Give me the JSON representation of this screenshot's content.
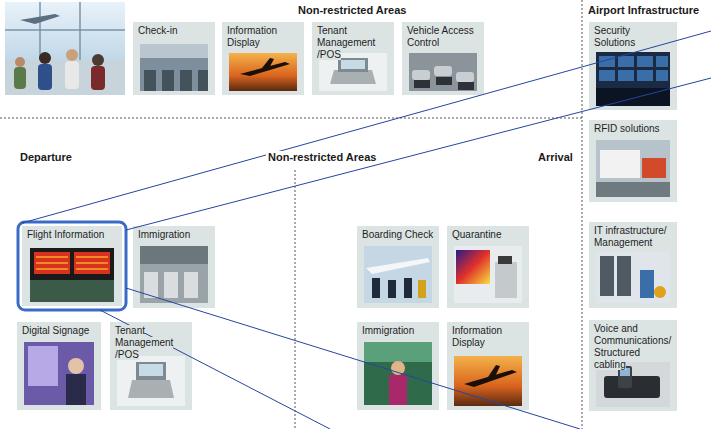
{
  "diagram": {
    "nodes": [
      {
        "text": [
          "Check-in"
        ]
      },
      {
        "text": [
          "Information Display"
        ]
      },
      {
        "text": [
          "Tenant Management /POS"
        ]
      },
      {
        "text": [
          "Vehicle Access Control"
        ]
      },
      {
        "text": [
          "Security Solutions"
        ]
      },
      {
        "text": [
          "RFID solutions"
        ]
      },
      {
        "text": [
          "Flight Information"
        ]
      },
      {
        "text": [
          "Immigration"
        ]
      },
      {
        "text": [
          "Boarding Check"
        ]
      },
      {
        "text": [
          "Quarantine"
        ]
      },
      {
        "text": [
          "IT infrastructure/ Management"
        ]
      },
      {
        "text": [
          "Digital Signage"
        ]
      },
      {
        "text": [
          "Tenant Management /POS"
        ]
      },
      {
        "text": [
          "Immigration"
        ]
      },
      {
        "text": [
          "Information Display"
        ]
      },
      {
        "text": [
          "Voice and Communications/ Structured cabling"
        ]
      }
    ],
    "labels": [
      "Non-restricted Areas",
      "Airport Infrastructure",
      "Departure",
      "Non-restricted Areas",
      "Arrival"
    ]
  }
}
